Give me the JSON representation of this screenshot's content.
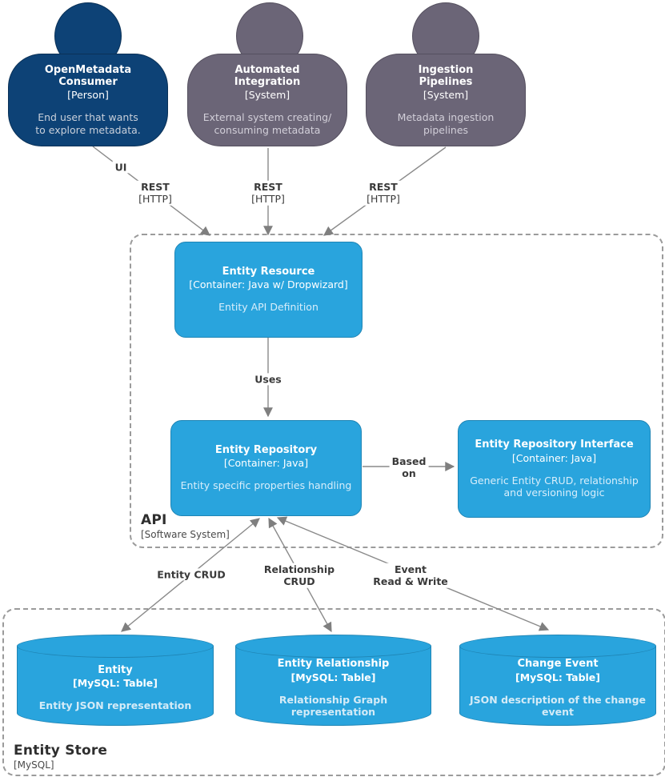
{
  "diagram": {
    "kind": "c4-container-diagram",
    "colors": {
      "person_fill": "#0d4276",
      "external_system_fill": "#6b6577",
      "container_fill": "#29a4dd",
      "container_border": "#1f85b5",
      "edge_line": "#8a8a8a",
      "edge_label": "#3a3a3a",
      "group_border": "#9b9b9b",
      "background": "#ffffff"
    }
  },
  "actors": [
    {
      "title": "OpenMetadata\nConsumer",
      "meta": "[Person]",
      "description": "End user that wants\nto explore metadata.",
      "kind": "person"
    },
    {
      "title": "Automated\nIntegration",
      "meta": "[System]",
      "description": "External system creating/\nconsuming metadata",
      "kind": "external-system"
    },
    {
      "title": "Ingestion\nPipelines",
      "meta": "[System]",
      "description": "Metadata ingestion\npipelines",
      "kind": "external-system"
    }
  ],
  "api_group": {
    "title": "API",
    "meta": "[Software System]"
  },
  "containers": [
    {
      "title": "Entity Resource",
      "meta": "[Container: Java w/ Dropwizard]",
      "description": "Entity API Definition"
    },
    {
      "title": "Entity Repository",
      "meta": "[Container: Java]",
      "description": "Entity specific properties handling"
    },
    {
      "title": "Entity Repository Interface",
      "meta": "[Container: Java]",
      "description": "Generic Entity CRUD, relationship\nand versioning logic"
    }
  ],
  "store_group": {
    "title": "Entity Store",
    "meta": "[MySQL]"
  },
  "tables": [
    {
      "title": "Entity",
      "meta": "[MySQL: Table]",
      "description": "Entity JSON representation"
    },
    {
      "title": "Entity Relationship",
      "meta": "[MySQL: Table]",
      "description": "Relationship Graph\nrepresentation"
    },
    {
      "title": "Change Event",
      "meta": "[MySQL: Table]",
      "description": "JSON description of the change\nevent"
    }
  ],
  "edges": [
    {
      "label": "UI",
      "sub": ""
    },
    {
      "label": "REST",
      "sub": "[HTTP]"
    },
    {
      "label": "REST",
      "sub": "[HTTP]"
    },
    {
      "label": "REST",
      "sub": "[HTTP]"
    },
    {
      "label": "Uses",
      "sub": ""
    },
    {
      "label": "Based\non",
      "sub": ""
    },
    {
      "label": "Entity CRUD",
      "sub": ""
    },
    {
      "label": "Relationship\nCRUD",
      "sub": ""
    },
    {
      "label": "Event\nRead & Write",
      "sub": ""
    }
  ]
}
